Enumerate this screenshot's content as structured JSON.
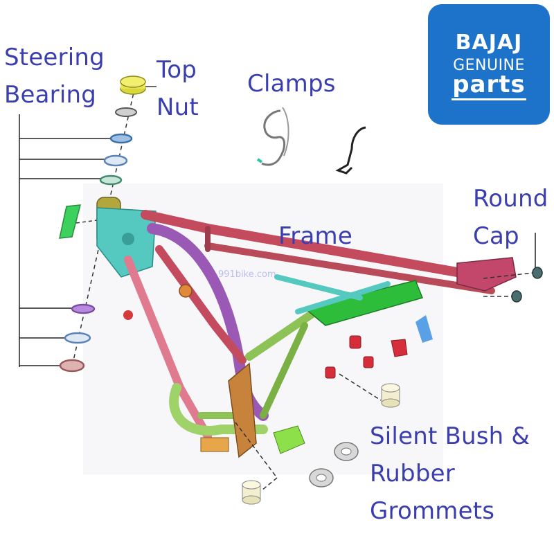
{
  "labels": {
    "steering_bearing": [
      "Steering",
      "Bearing"
    ],
    "top_nut": [
      "Top",
      "Nut"
    ],
    "clamps": "Clamps",
    "frame": "Frame",
    "round_cap": [
      "Round",
      "Cap"
    ],
    "silent_bush": [
      "Silent Bush &",
      "Rubber",
      "Grommets"
    ]
  },
  "logo": {
    "brand": "BAJAJ",
    "line2": "GENUINE",
    "line3": "parts",
    "background": "#1d73c9"
  },
  "watermark": "991bike.com",
  "colors": {
    "label_text": "#3a3eaf",
    "frame_main": "#c44a5e",
    "frame_loop": "#9fd36a",
    "frame_headstock": "#55c8c0",
    "down_tube": "#9b59b6",
    "bracket_green": "#3cb043",
    "bush_red": "#d62d3a"
  }
}
